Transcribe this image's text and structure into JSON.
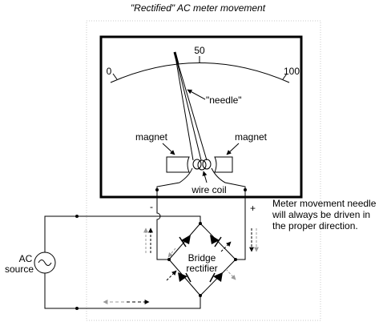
{
  "title": "\"Rectified\" AC meter movement",
  "scale": {
    "left": "0",
    "mid": "50",
    "right": "100"
  },
  "labels": {
    "needle": "\"needle\"",
    "magnet_left": "magnet",
    "magnet_right": "magnet",
    "wire_coil": "wire coil",
    "minus": "-",
    "plus": "+",
    "ac_line1": "AC",
    "ac_line2": "source",
    "bridge_line1": "Bridge",
    "bridge_line2": "rectifier",
    "note_line1": "Meter movement needle",
    "note_line2": "will always be driven in",
    "note_line3": "the proper direction."
  },
  "colors": {
    "line": "#000000",
    "dashed_arrow": "#9a9a9a",
    "dotted_border": "#c8c8c8"
  }
}
